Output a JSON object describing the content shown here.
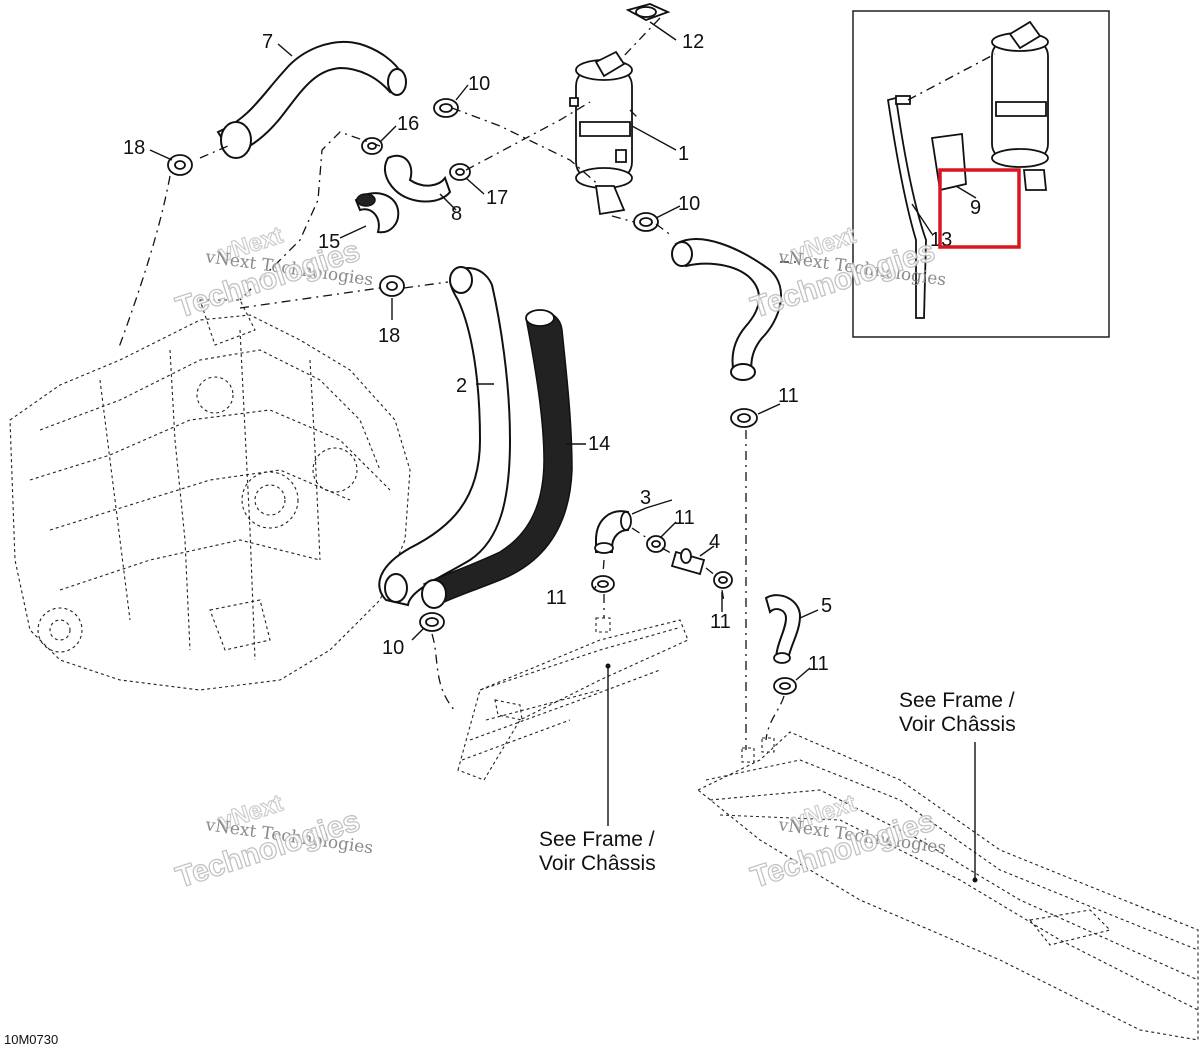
{
  "figure_id": "10M0730",
  "callouts": [
    "1",
    "2",
    "3",
    "4",
    "5",
    "7",
    "8",
    "9",
    "10",
    "11",
    "12",
    "13",
    "14",
    "15",
    "16",
    "17",
    "18"
  ],
  "callout_repeats": {
    "c10a": "10",
    "c10b": "10",
    "c10c": "10",
    "c11a": "11",
    "c11b": "11",
    "c11c": "11",
    "c11d": "11",
    "c11e": "11",
    "c18a": "18",
    "c18b": "18"
  },
  "notes": {
    "frame_center": {
      "line1": "See Frame /",
      "line2": "Voir Châssis"
    },
    "frame_right": {
      "line1": "See Frame /",
      "line2": "Voir Châssis"
    }
  },
  "watermark": {
    "company": "vNext Technologies",
    "big": "Technologies",
    "small": "vNext"
  },
  "highlight": {
    "part": "9",
    "color": "#d9161f"
  }
}
